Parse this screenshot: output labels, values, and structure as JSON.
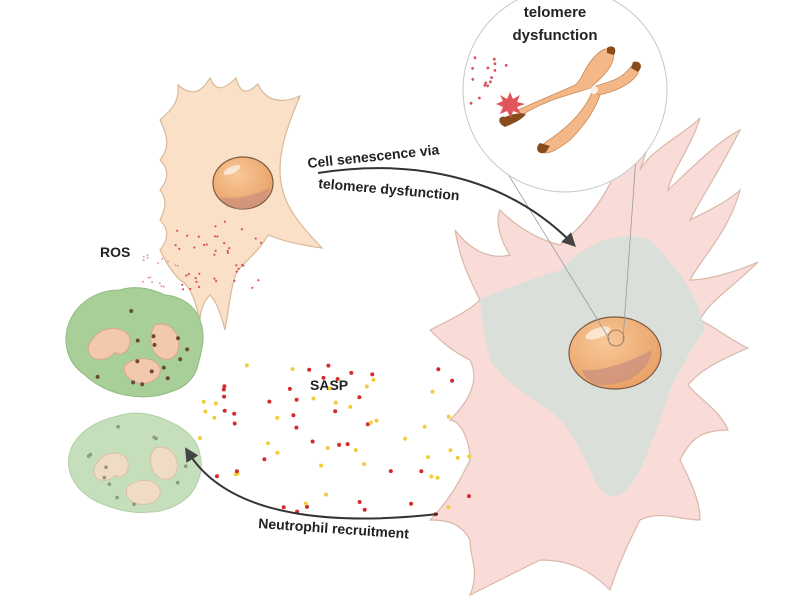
{
  "labels": {
    "telomere_line1": "telomere",
    "telomere_line2": "dysfunction",
    "senescence_line1": "Cell senescence via",
    "senescence_line2": "telomere dysfunction",
    "ros": "ROS",
    "sasp": "SASP",
    "neutrophil": "Neutrophil recruitment"
  },
  "colors": {
    "normal_cell": "#fbe0c8",
    "senescent_cell": "#f9dcd8",
    "senescent_inner": "#cfe0db",
    "nucleus": "#f2b07a",
    "neutrophil_active": "#a8cf98",
    "neutrophil_faded": "#c5dfbc",
    "chromosome": "#f4b888",
    "telomere_cap": "#8a4b1a",
    "ros_dot": "#d9515a",
    "sasp_red": "#d62b2b",
    "sasp_yellow": "#f2cc3c",
    "arrow": "#333333"
  }
}
